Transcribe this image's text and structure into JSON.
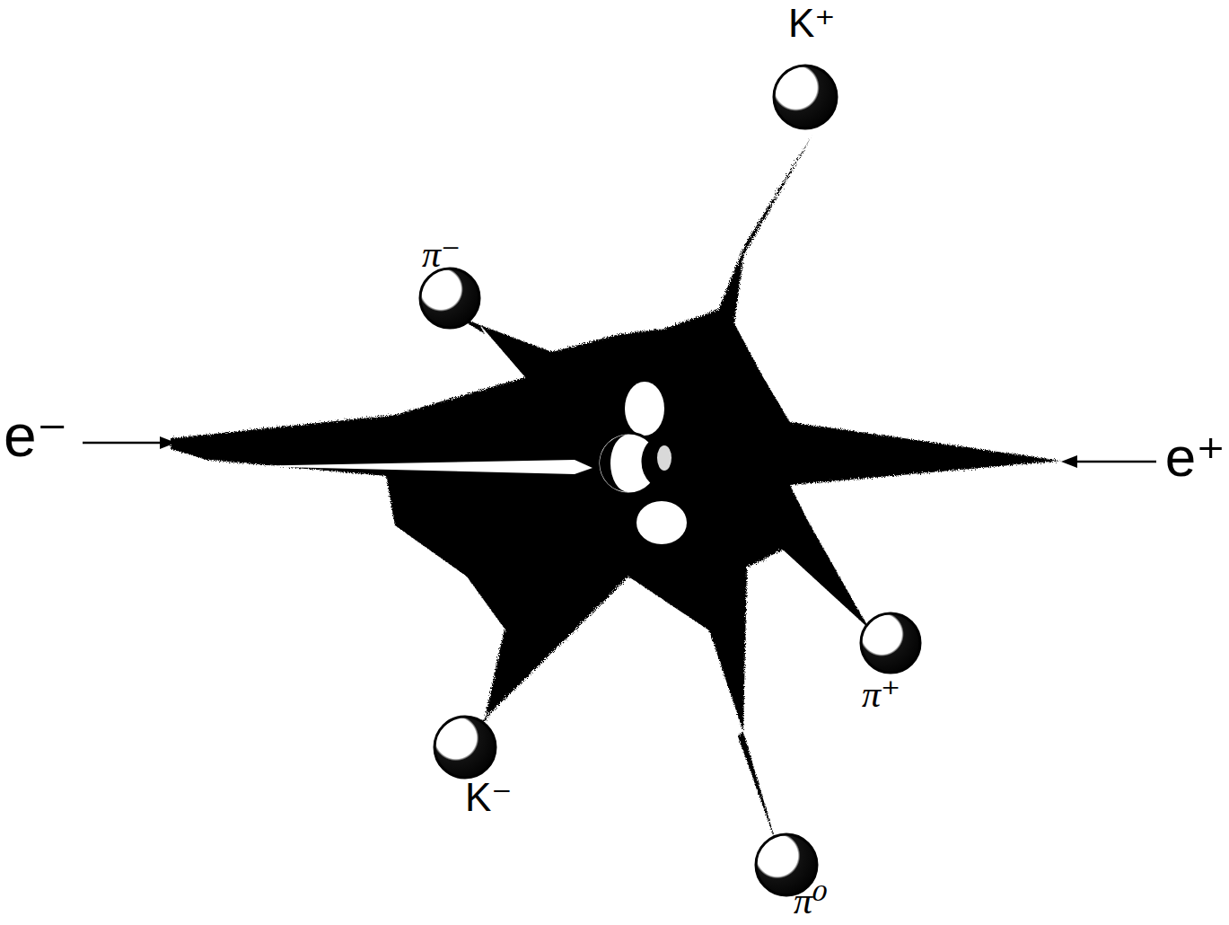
{
  "diagram": {
    "labels": [
      "K⁺",
      "π⁻",
      "e⁻",
      "e⁺",
      "π⁺",
      "K⁻",
      "π⁰"
    ]
  }
}
